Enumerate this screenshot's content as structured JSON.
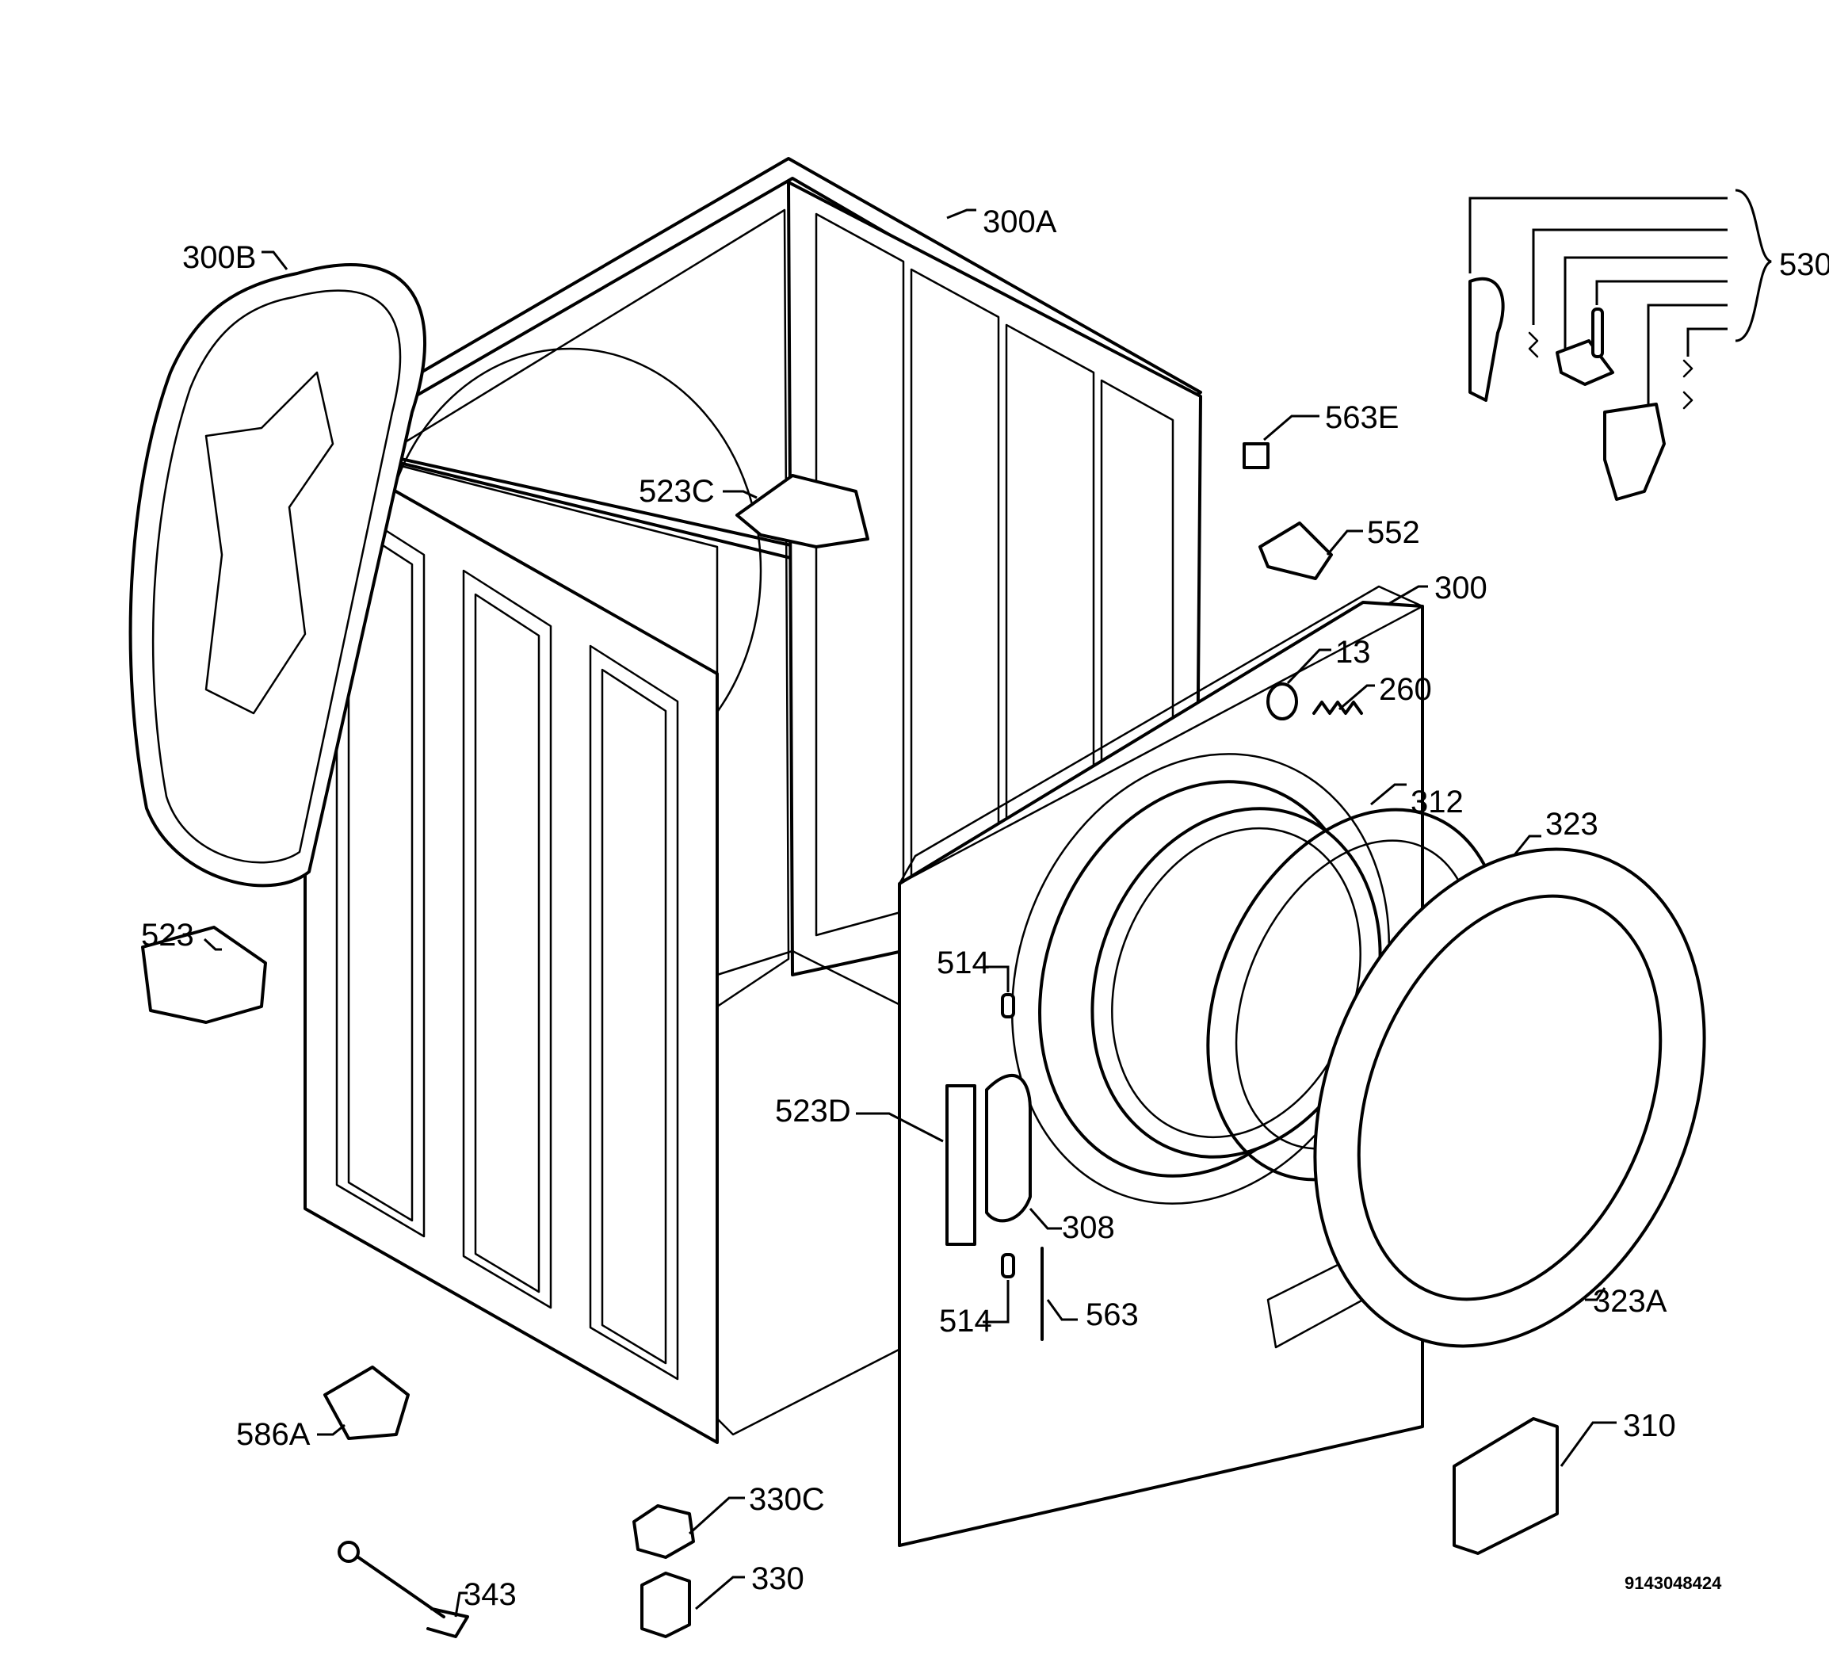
{
  "labels": {
    "l300A": "300A",
    "l300B": "300B",
    "l530": "530",
    "l563E": "563E",
    "l523C": "523C",
    "l552": "552",
    "l300": "300",
    "l13": "13",
    "l260": "260",
    "l312": "312",
    "l323": "323",
    "l523": "523",
    "l514a": "514",
    "l523D": "523D",
    "l308": "308",
    "l514b": "514",
    "l563": "563",
    "l323A": "323A",
    "l586A": "586A",
    "l310": "310",
    "l330C": "330C",
    "l330": "330",
    "l343": "343"
  },
  "document_number": "9143048424"
}
